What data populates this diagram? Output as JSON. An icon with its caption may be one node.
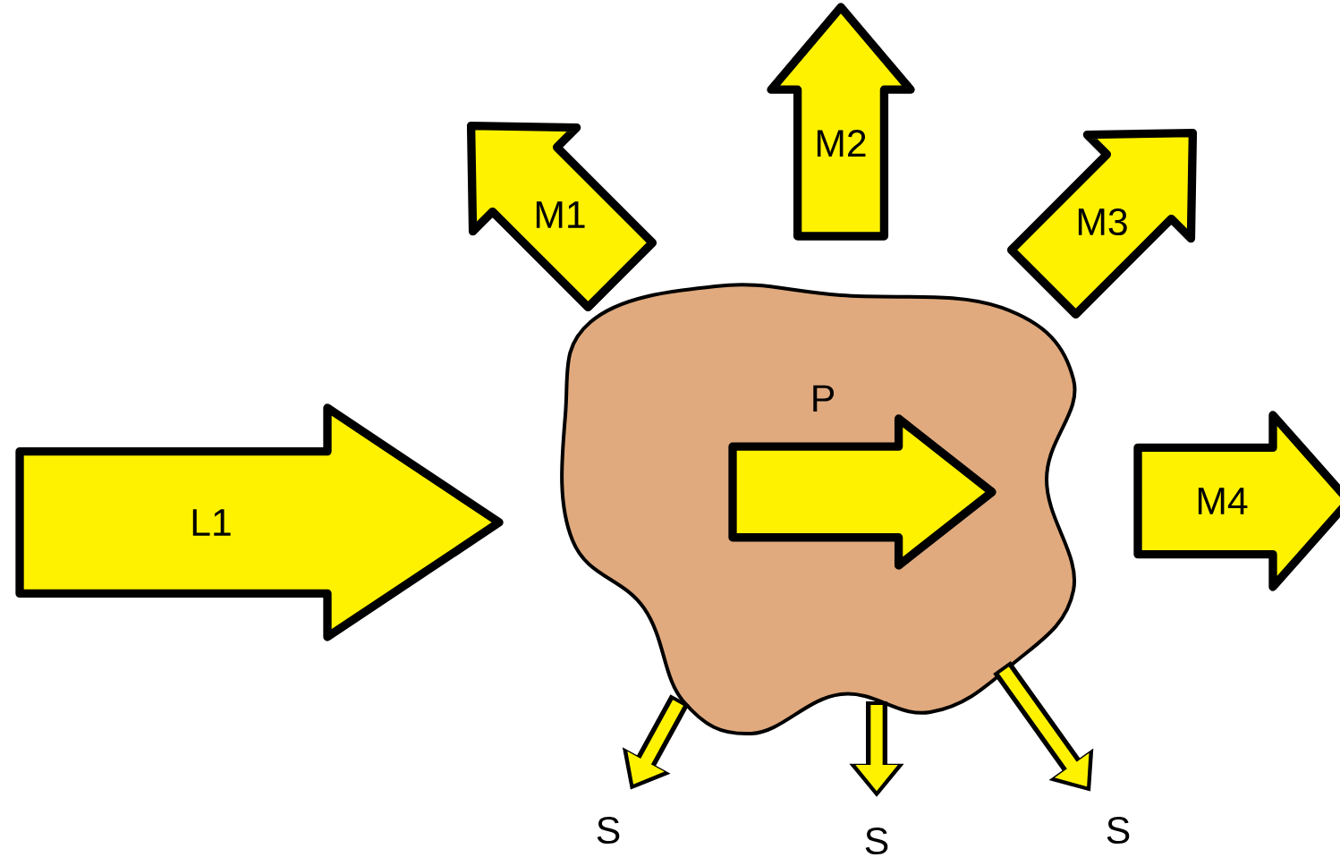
{
  "diagram": {
    "nodes": [
      {
        "text": [
          "M1"
        ]
      },
      {
        "text": [
          "M2"
        ]
      },
      {
        "text": [
          "M3"
        ]
      },
      {
        "text": [
          "L1"
        ]
      },
      {
        "text": [
          "P"
        ]
      },
      {
        "text": [],
        "shape": "arrow",
        "in": 4
      },
      {
        "text": [
          "M4"
        ]
      },
      {
        "text": [
          "S"
        ]
      },
      {
        "text": [
          "S"
        ]
      },
      {
        "text": [
          "S"
        ]
      }
    ],
    "edges": [
      {
        "from": 4,
        "to": 7,
        "arrow": "to"
      },
      {
        "from": 4,
        "to": 8,
        "arrow": "to"
      },
      {
        "from": 4,
        "to": 9,
        "arrow": "to"
      }
    ]
  }
}
